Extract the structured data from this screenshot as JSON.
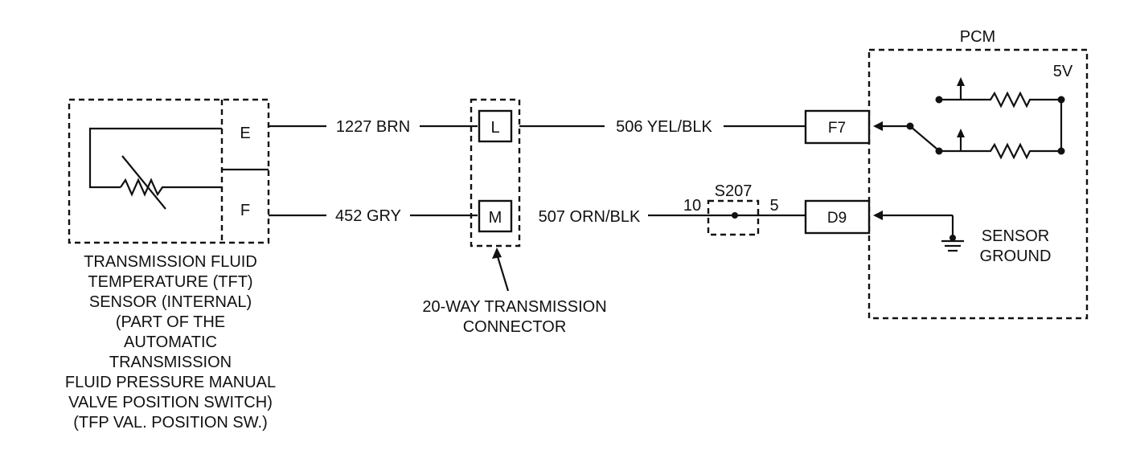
{
  "sensor": {
    "pin_e": "E",
    "pin_f": "F",
    "caption": [
      "TRANSMISSION FLUID",
      "TEMPERATURE (TFT)",
      "SENSOR (INTERNAL)",
      "(PART OF THE",
      "AUTOMATIC",
      "TRANSMISSION",
      "FLUID PRESSURE MANUAL",
      "VALVE POSITION SWITCH)",
      "(TFP VAL. POSITION SW.)"
    ]
  },
  "wires": {
    "tft_signal": "1227 BRN",
    "tft_return": "452 GRY",
    "pcm_signal": "506 YEL/BLK",
    "pcm_return": "507 ORN/BLK"
  },
  "connector": {
    "pin_l": "L",
    "pin_m": "M",
    "caption": [
      "20-WAY TRANSMISSION",
      "CONNECTOR"
    ]
  },
  "splice": {
    "name": "S207",
    "left_pin": "10",
    "right_pin": "5"
  },
  "pcm": {
    "title": "PCM",
    "pin_f7": "F7",
    "pin_d9": "D9",
    "reference_voltage": "5V",
    "ground_label": [
      "SENSOR",
      "GROUND"
    ]
  }
}
